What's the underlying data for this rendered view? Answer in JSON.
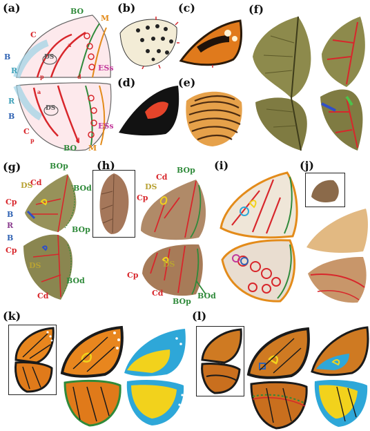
{
  "panel_labels": [
    "(a)",
    "(b)",
    "(c)",
    "(d)",
    "(e)",
    "(f)",
    "(g)",
    "(h)",
    "(i)",
    "(j)",
    "(k)",
    "(l)"
  ],
  "panel_a": {
    "top_labels": [
      "BO",
      "M",
      "C",
      "B",
      "R",
      "DS",
      "ESs",
      "a",
      "p",
      "d"
    ],
    "bottom_labels": [
      "R",
      "B",
      "C",
      "DS",
      "ESs",
      "BO",
      "M",
      "a",
      "p",
      "d"
    ]
  },
  "panel_g": {
    "labels": [
      "DS",
      "Cd",
      "BOp",
      "BOd",
      "Cp",
      "B",
      "R",
      "BOp",
      "B",
      "Cp",
      "DS",
      "BOd",
      "Cd"
    ]
  },
  "panel_h": {
    "labels": [
      "Cd",
      "BOp",
      "DS",
      "Cp",
      "BOd",
      "Cp",
      "DS",
      "Cd",
      "BOp"
    ]
  },
  "colors": {
    "red": "#d8262b",
    "green": "#2f8a3a",
    "orange": "#e38b1a",
    "blue": "#2f62b3",
    "teal": "#3da0b8",
    "purple": "#8a3c8e",
    "yellow": "#f2d21c",
    "sky": "#2ea7d8"
  }
}
